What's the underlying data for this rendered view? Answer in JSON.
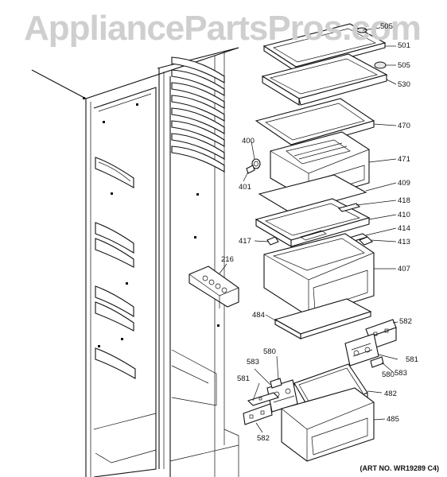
{
  "watermark": "AppliancePartsPros.com",
  "art_number": "(ART NO. WR19289 C4)",
  "callouts": [
    {
      "id": "505a",
      "label": "505"
    },
    {
      "id": "501",
      "label": "501"
    },
    {
      "id": "505b",
      "label": "505"
    },
    {
      "id": "530",
      "label": "530"
    },
    {
      "id": "470",
      "label": "470"
    },
    {
      "id": "400",
      "label": "400"
    },
    {
      "id": "471",
      "label": "471"
    },
    {
      "id": "401",
      "label": "401"
    },
    {
      "id": "409",
      "label": "409"
    },
    {
      "id": "418",
      "label": "418"
    },
    {
      "id": "410",
      "label": "410"
    },
    {
      "id": "414",
      "label": "414"
    },
    {
      "id": "417",
      "label": "417"
    },
    {
      "id": "413",
      "label": "413"
    },
    {
      "id": "216",
      "label": "216"
    },
    {
      "id": "407",
      "label": "407"
    },
    {
      "id": "484",
      "label": "484"
    },
    {
      "id": "582a",
      "label": "582"
    },
    {
      "id": "580a",
      "label": "580"
    },
    {
      "id": "583a",
      "label": "583"
    },
    {
      "id": "581a",
      "label": "581"
    },
    {
      "id": "580b",
      "label": "580"
    },
    {
      "id": "583b",
      "label": "583"
    },
    {
      "id": "581b",
      "label": "581"
    },
    {
      "id": "482",
      "label": "482"
    },
    {
      "id": "485",
      "label": "485"
    },
    {
      "id": "582b",
      "label": "582"
    }
  ]
}
